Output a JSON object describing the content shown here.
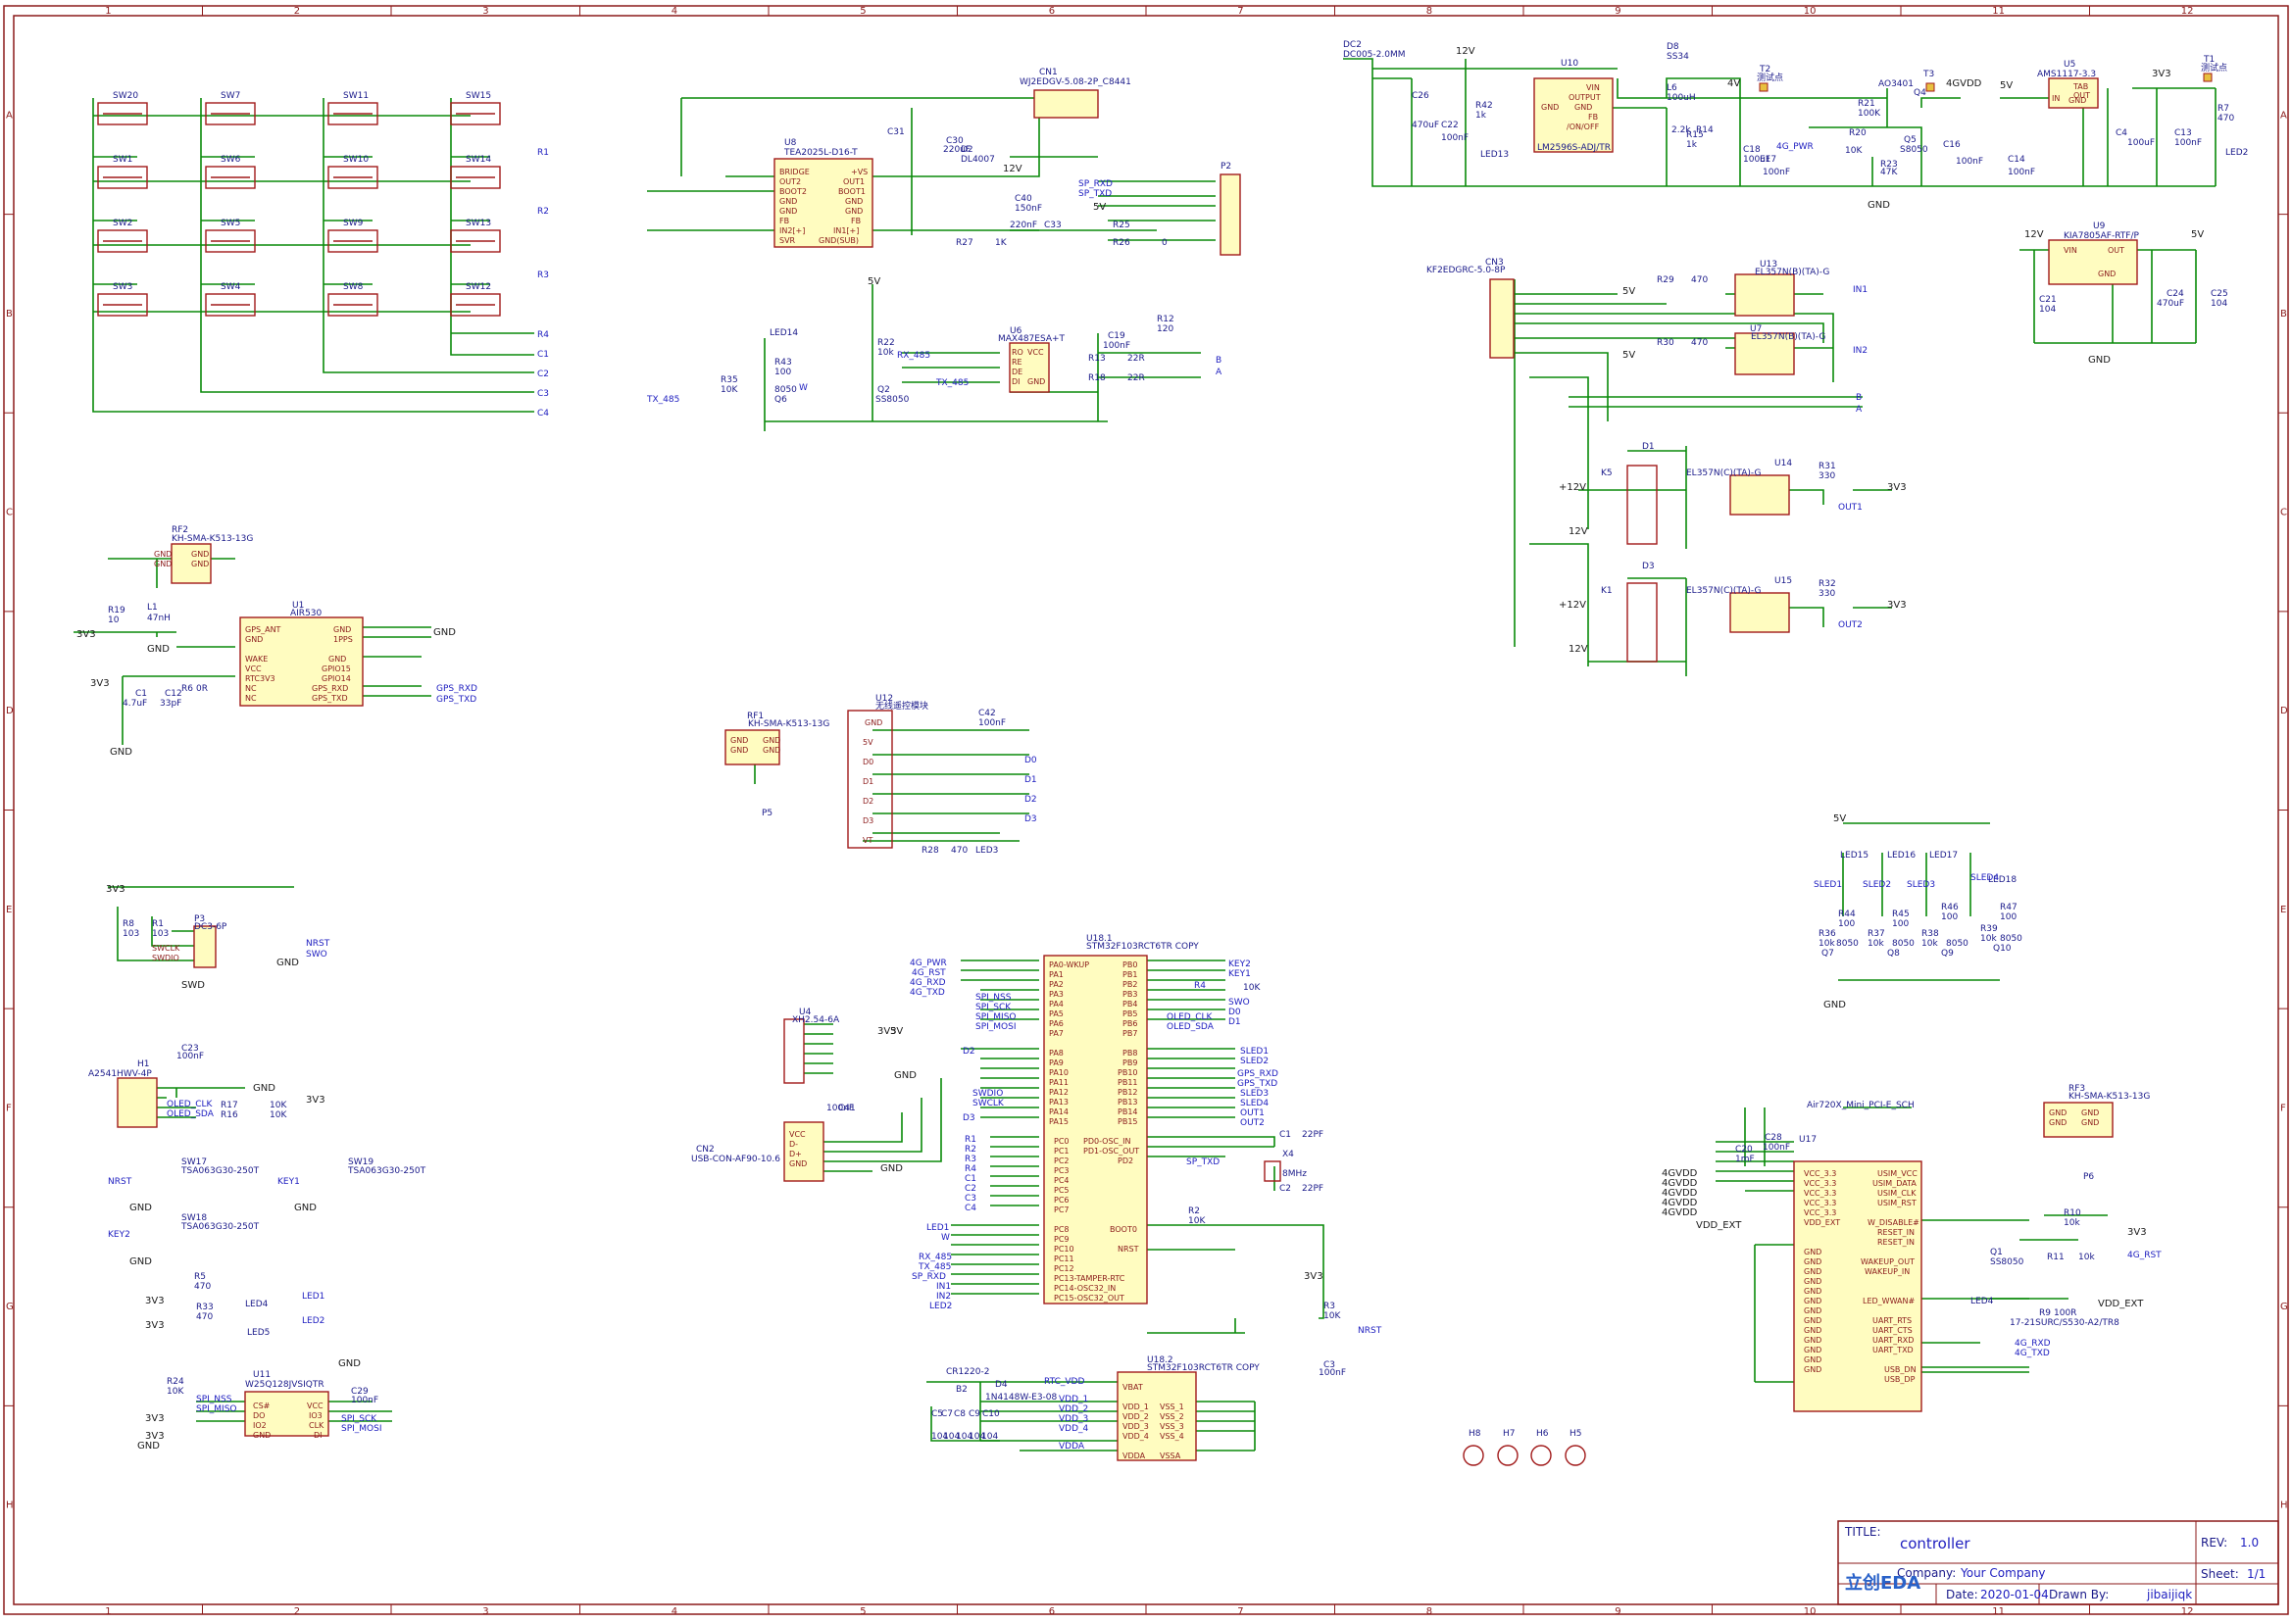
{
  "title_block": {
    "title_label": "TITLE:",
    "title": "controller",
    "rev_label": "REV:",
    "rev": "1.0",
    "company_label": "Company:",
    "company": "Your Company",
    "sheet_label": "Sheet:",
    "sheet": "1/1",
    "date_label": "Date:",
    "date": "2020-01-04",
    "drawn_label": "Drawn By:",
    "drawn_by": "jibaijiqk",
    "logo": "立创EDA"
  },
  "zones": {
    "columns": [
      "1",
      "2",
      "3",
      "4",
      "5",
      "6",
      "7",
      "8",
      "9",
      "10",
      "11",
      "12"
    ],
    "rows": [
      "A",
      "B",
      "C",
      "D",
      "E",
      "F",
      "G",
      "H"
    ]
  },
  "colors": {
    "frame": "#8b1a1a",
    "wire": "#0a8a0a",
    "component": "#a11a1a",
    "ic_fill": "#fffcc0",
    "net_label": "#2020c0"
  },
  "labels": {
    "sw20": "SW20",
    "sw7": "SW7",
    "sw11": "SW11",
    "sw15": "SW15",
    "sw1": "SW1",
    "sw6": "SW6",
    "sw10": "SW10",
    "sw14": "SW14",
    "sw2": "SW2",
    "sw5": "SW5",
    "sw9": "SW9",
    "sw13": "SW13",
    "sw3": "SW3",
    "sw4": "SW4",
    "sw8": "SW8",
    "sw12": "SW12",
    "r1": "R1",
    "r2": "R2",
    "r3": "R3",
    "r4": "R4",
    "c1": "C1",
    "c2": "C2",
    "c3": "C3",
    "c4": "C4",
    "u8": "U8",
    "u8_part": "TEA2025L-D16-T",
    "cn1": "CN1",
    "cn1_part": "WJ2EDGV-5.08-2P_C8441",
    "bridge": "BRIDGE",
    "out2": "OUT2",
    "boot2": "BOOT2",
    "gnd": "GND",
    "fb": "FB",
    "in2": "IN2[+]",
    "svr": "SVR",
    "vs": "+VS",
    "out1": "OUT1",
    "boot1": "BOOT1",
    "in1": "IN1[+]",
    "gndsub": "GND(SUB)",
    "c31": "C31",
    "c30": "C30",
    "c30v": "220uF",
    "d2": "D2",
    "d2p": "DL4007",
    "c40": "C40",
    "c40v": "150nF",
    "c33": "C33",
    "c33v": "220nF",
    "r27": "R27",
    "r27v": "1K",
    "v12": "12V",
    "v5": "5V",
    "v3v3": "3V3",
    "gnd_l": "GND",
    "p2": "P2",
    "sp_rxd": "SP_RXD",
    "sp_txd": "SP_TXD",
    "r26": "R26",
    "r26v": "0",
    "r25": "R25",
    "dc2": "DC2",
    "dc2p": "DC005-2.0MM",
    "u10": "U10",
    "u10p": "LM2596S-ADJ/TR",
    "vin": "VIN",
    "output": "OUTPUT",
    "onoff": "/ON/OFF",
    "d8": "D8",
    "d8p": "SS34",
    "l6": "L6",
    "l6v": "100uH",
    "r14": "R14",
    "r14v": "2.2k",
    "r15": "R15",
    "r15v": "1k",
    "c26": "C26",
    "c26v": "470uF",
    "c22": "C22",
    "c22v": "100nF",
    "r42": "R42",
    "r42v": "1k",
    "led13": "LED13",
    "v4": "4V",
    "t2": "T2",
    "t2p": "测试点",
    "e17": "E17",
    "c18": "C18",
    "c18v": "100uF",
    "c18b": "100nF",
    "g4_pwr": "4G_PWR",
    "r20": "R20",
    "r20v": "10K",
    "r21": "R21",
    "r21v": "100K",
    "r23": "R23",
    "r23v": "47K",
    "q4": "Q4",
    "q4p": "AO3401",
    "q5": "Q5",
    "q5p": "S8050",
    "t3": "T3",
    "gvdd": "4GVDD",
    "c16": "C16",
    "c16v": "100nF",
    "u5": "U5",
    "u5p": "AMS1117-3.3",
    "in": "IN",
    "tab": "TAB",
    "out": "OUT",
    "c14": "C14",
    "c14v": "100nF",
    "c4v": "100uF",
    "c13": "C13",
    "c13v": "100nF",
    "t1": "T1",
    "t1p": "测试点",
    "r7": "R7",
    "r7v": "470",
    "led2": "LED2",
    "u9": "U9",
    "u9p": "KIA7805AF-RTF/P",
    "c21": "C21",
    "c21v": "104",
    "c24": "C24",
    "c24v": "470uF",
    "c25": "C25",
    "c25v": "104",
    "cn3": "CN3",
    "cn3p": "KF2EDGRC-5.0-8P",
    "u13": "U13",
    "u13p": "EL357N(B)(TA)-G",
    "r29": "R29",
    "r29v": "470",
    "in1_net": "IN1",
    "u7": "U7",
    "u7p": "EL357N(B)(TA)-G",
    "r30": "R30",
    "r30v": "470",
    "in2_net": "IN2",
    "b_net": "B",
    "a_net": "A",
    "d1": "D1",
    "k5": "K5",
    "u14": "U14",
    "u14p": "EL357N(C)(TA)-G",
    "r31": "R31",
    "r31v": "330",
    "out1_net": "OUT1",
    "v12p": "+12V",
    "d3": "D3",
    "k1": "K1",
    "u15": "U15",
    "u15p": "EL357N(C)(TA)-G",
    "r32": "R32",
    "r32v": "330",
    "out2_net": "OUT2",
    "led14": "LED14",
    "r43": "R43",
    "r43v": "100",
    "r35": "R35",
    "r35v": "10K",
    "q6": "Q6",
    "q6p": "8050",
    "tx485": "TX_485",
    "r22": "R22",
    "r22v": "10k",
    "q2": "Q2",
    "q2p": "SS8050",
    "w": "W",
    "u6": "U6",
    "u6p": "MAX487ESA+T",
    "rx485": "RX_485",
    "ro": "RO",
    "re": "RE",
    "de": "DE",
    "di": "DI",
    "vcc": "VCC",
    "c19": "C19",
    "c19v": "100nF",
    "r12": "R12",
    "r12v": "120",
    "r13": "R13",
    "r13v": "22R",
    "r18": "R18",
    "r18v": "22R",
    "rf2": "RF2",
    "rf2p": "KH-SMA-K513-13G",
    "u1": "U1",
    "u1p": "AIR530",
    "gps_ant": "GPS_ANT",
    "wake": "WAKE",
    "rtc3v3": "RTC3V3",
    "nc": "NC",
    "ipps": "1PPS",
    "gpio15": "GPIO15",
    "gpio14": "GPIO14",
    "gps_rxd": "GPS_RXD",
    "gps_txd": "GPS_TXD",
    "r19": "R19",
    "r19v": "10",
    "l1": "L1",
    "l1v": "47nH",
    "c1v": "4.7uF",
    "c12": "C12",
    "c12v": "33pF",
    "r6": "R6",
    "r6v": "0R",
    "rf1": "RF1",
    "rf1p": "KH-SMA-K513-13G",
    "p5": "P5",
    "u12": "U12",
    "u12p": "无线遥控模块",
    "c42": "C42",
    "c42v": "100nF",
    "d0": "D0",
    "d1n": "D1",
    "d2n": "D2",
    "d3n": "D3",
    "vt": "VT",
    "r28": "R28",
    "r28v": "470",
    "led3": "LED3",
    "led5_15": "LED15",
    "led16": "LED16",
    "led17": "LED17",
    "led18": "LED18",
    "sled1": "SLED1",
    "sled2": "SLED2",
    "sled3": "SLED3",
    "sled4": "SLED4",
    "r44": "R44",
    "r45": "R45",
    "r46": "R46",
    "r47": "R47",
    "v100": "100",
    "r36": "R36",
    "r37": "R37",
    "r38": "R38",
    "r39": "R39",
    "v10k": "10k",
    "q7": "Q7",
    "q8": "Q8",
    "q9": "Q9",
    "q10": "Q10",
    "p8050": "8050",
    "p3": "P3",
    "p3p": "DC3-6P",
    "r8": "R8",
    "r8v": "103",
    "r1r": "R1",
    "r1v": "103",
    "nrst": "NRST",
    "swo": "SWO",
    "swclk": "SWCLK",
    "swdio": "SWDIO",
    "swd": "SWD",
    "u18_1": "U18.1",
    "u18p": "STM32F103RCT6TR COPY",
    "u18_2": "U18.2",
    "pa0": "PA0-WKUP",
    "pa1": "PA1",
    "pa2": "PA2",
    "pa3": "PA3",
    "pa4": "PA4",
    "pa5": "PA5",
    "pa6": "PA6",
    "pa7": "PA7",
    "pa8": "PA8",
    "pa9": "PA9",
    "pa10": "PA10",
    "pa11": "PA11",
    "pa12": "PA12",
    "pa13": "PA13",
    "pa14": "PA14",
    "pa15": "PA15",
    "pb0": "PB0",
    "pb1": "PB1",
    "pb2": "PB2",
    "pb3": "PB3",
    "pb4": "PB4",
    "pb5": "PB5",
    "pb6": "PB6",
    "pb7": "PB7",
    "pb8": "PB8",
    "pb9": "PB9",
    "pb10": "PB10",
    "pb11": "PB11",
    "pb12": "PB12",
    "pb13": "PB13",
    "pb14": "PB14",
    "pb15": "PB15",
    "pc0": "PC0",
    "pc1": "PC1",
    "pc2": "PC2",
    "pc3": "PC3",
    "pc4": "PC4",
    "pc5": "PC5",
    "pc6": "PC6",
    "pc7": "PC7",
    "pc8": "PC8",
    "pc9": "PC9",
    "pc10": "PC10",
    "pc11": "PC11",
    "pc12": "PC12",
    "pc13": "PC13-TAMPER-RTC",
    "pc14": "PC14-OSC32_IN",
    "pc15": "PC15-OSC32_OUT",
    "pd0": "PD0-OSC_IN",
    "pd1": "PD1-OSC_OUT",
    "pd2": "PD2",
    "boot0": "BOOT0",
    "g4_rst": "4G_RST",
    "g4_rxd": "4G_RXD",
    "g4_txd": "4G_TXD",
    "spi_nss": "SPI_NSS",
    "spi_sck": "SPI_SCK",
    "spi_miso": "SPI_MISO",
    "spi_mosi": "SPI_MOSI",
    "key2": "KEY2",
    "key1": "KEY1",
    "oled_clk": "OLED_CLK",
    "oled_sda": "OLED_SDA",
    "sled1n": "SLED1",
    "sled2n": "SLED2",
    "sled3n": "SLED3",
    "sled4n": "SLED4",
    "out1n": "OUT1",
    "out2n": "OUT2",
    "led1": "LED1",
    "led2n": "LED2",
    "r4v": "10K",
    "c1x": "C1",
    "c2x": "C2",
    "c22pf": "22PF",
    "x4": "X4",
    "x4v": "8MHz",
    "r2v": "10K",
    "r3v": "10K",
    "c3v": "100nF",
    "cr1220": "CR1220-2",
    "b2": "B2",
    "d4": "D4",
    "d4p": "1N4148W-E3-08",
    "rtc_vdd": "RTC_VDD",
    "vbat": "VBAT",
    "vdd1": "VDD_1",
    "vdd2": "VDD_2",
    "vdd3": "VDD_3",
    "vdd4": "VDD_4",
    "vdda": "VDDA",
    "vss1": "VSS_1",
    "vss2": "VSS_2",
    "vss3": "VSS_3",
    "vss4": "VSS_4",
    "vssa": "VSSA",
    "c5": "C5",
    "c7": "C7",
    "c8": "C8",
    "c9": "C9",
    "c10": "C10",
    "v104": "104",
    "u4": "U4",
    "u4p": "XH2.54-6A",
    "cn2": "CN2",
    "cn2p": "USB-CON-AF90-10.6",
    "c41": "C41",
    "c41v": "100nF",
    "dm": "D-",
    "dp": "D+",
    "h1": "H1",
    "h1p": "A2541HWV-4P",
    "c23": "C23",
    "c23v": "100nF",
    "r17": "R17",
    "r16": "R16",
    "sw17": "SW17",
    "sw17p": "TSA063G30-250T",
    "sw18": "SW18",
    "sw18p": "TSA063G30-250T",
    "sw19": "SW19",
    "sw19p": "TSA063G30-250T",
    "r5": "R5",
    "r5v": "470",
    "r33": "R33",
    "r33v": "470",
    "led4": "LED4",
    "led5": "LED5",
    "u11": "U11",
    "u11p": "W25Q128JVSIQTR",
    "r24": "R24",
    "r24v": "10K",
    "c29": "C29",
    "c29v": "100nF",
    "cs": "CS#",
    "do": "DO",
    "io2": "IO2",
    "vccx": "VCC",
    "io3": "IO3",
    "clk": "CLK",
    "di_n": "DI",
    "h8": "H8",
    "h7": "H7",
    "h6": "H6",
    "h5": "H5",
    "u17": "U17",
    "u17p": "Air720X_Mini_PCI-E_SCH",
    "c20": "C20",
    "c20v": "1mF",
    "c28": "C28",
    "c28v": "100nF",
    "vcc33": "VCC_3.3",
    "vdd_ext": "VDD_EXT",
    "usim_vcc": "USIM_VCC",
    "usim_data": "USIM_DATA",
    "usim_clk": "USIM_CLK",
    "usim_rst": "USIM_RST",
    "w_disable": "W_DISABLE#",
    "reset_in": "RESET_IN",
    "wakeup_out": "WAKEUP_OUT",
    "wakeup_in": "WAKEUP_IN",
    "led_wwan": "LED_WWAN#",
    "uart_rts": "UART_RTS",
    "uart_cts": "UART_CTS",
    "uart_rxd": "UART_RXD",
    "uart_txd": "UART_TXD",
    "usb_dn": "USB_DN",
    "usb_dp": "USB_DP",
    "r10": "R10",
    "r10v": "10k",
    "q1": "Q1",
    "q1p": "SS8050",
    "r11": "R11",
    "r11v": "10k",
    "led4x": "LED4",
    "r9": "R9",
    "r9v": "100R",
    "led_part": "17-21SURC/S530-A2/TR8",
    "rf3": "RF3",
    "rf3p": "KH-SMA-K513-13G",
    "p6": "P6"
  }
}
